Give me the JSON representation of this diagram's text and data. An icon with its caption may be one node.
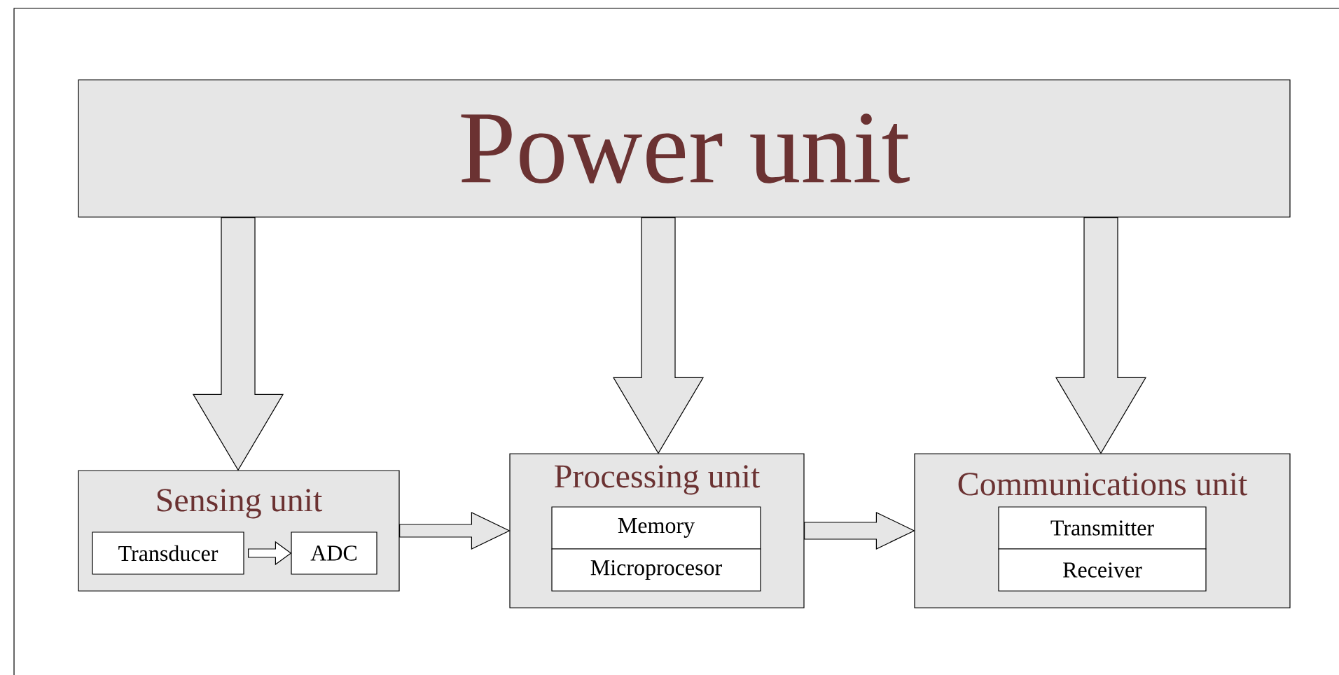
{
  "diagram": {
    "nodes": [
      {
        "text": [
          "Power unit"
        ]
      },
      {
        "text": [
          "Sensing unit"
        ]
      },
      {
        "text": [
          "Transducer"
        ],
        "in": 1
      },
      {
        "text": [
          "ADC"
        ],
        "in": 1
      },
      {
        "text": [
          "Processing unit"
        ]
      },
      {
        "text": [
          "Memory"
        ],
        "in": 4
      },
      {
        "text": [
          "Microprocesor"
        ],
        "in": 4
      },
      {
        "text": [
          "Communications unit"
        ]
      },
      {
        "text": [
          "Transmitter"
        ],
        "in": 7
      },
      {
        "text": [
          "Receiver"
        ],
        "in": 7
      }
    ],
    "edges": [
      {
        "from": 0,
        "to": 1,
        "arrow": "to"
      },
      {
        "from": 0,
        "to": 4,
        "arrow": "to"
      },
      {
        "from": 0,
        "to": 7,
        "arrow": "to"
      },
      {
        "from": 2,
        "to": 3,
        "arrow": "to"
      },
      {
        "from": 1,
        "to": 4,
        "arrow": "to"
      },
      {
        "from": 4,
        "to": 7,
        "arrow": "to"
      }
    ]
  }
}
